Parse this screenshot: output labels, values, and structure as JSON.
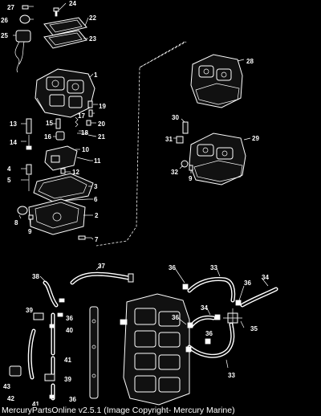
{
  "footer": {
    "text": "MercuryPartsOnline v2.5.1 (Image Copyright- Mercury Marine)"
  },
  "callouts": [
    "27",
    "24",
    "26",
    "22",
    "25",
    "23",
    "28",
    "1",
    "19",
    "17",
    "15",
    "20",
    "13",
    "16",
    "18",
    "21",
    "14",
    "10",
    "11",
    "12",
    "4",
    "5",
    "3",
    "6",
    "2",
    "8",
    "9",
    "7",
    "30",
    "31",
    "29",
    "32",
    "9",
    "37",
    "36",
    "33",
    "38",
    "36",
    "34",
    "39",
    "36",
    "34",
    "40",
    "36",
    "35",
    "36",
    "41",
    "33",
    "39",
    "42",
    "43",
    "41",
    "36"
  ]
}
